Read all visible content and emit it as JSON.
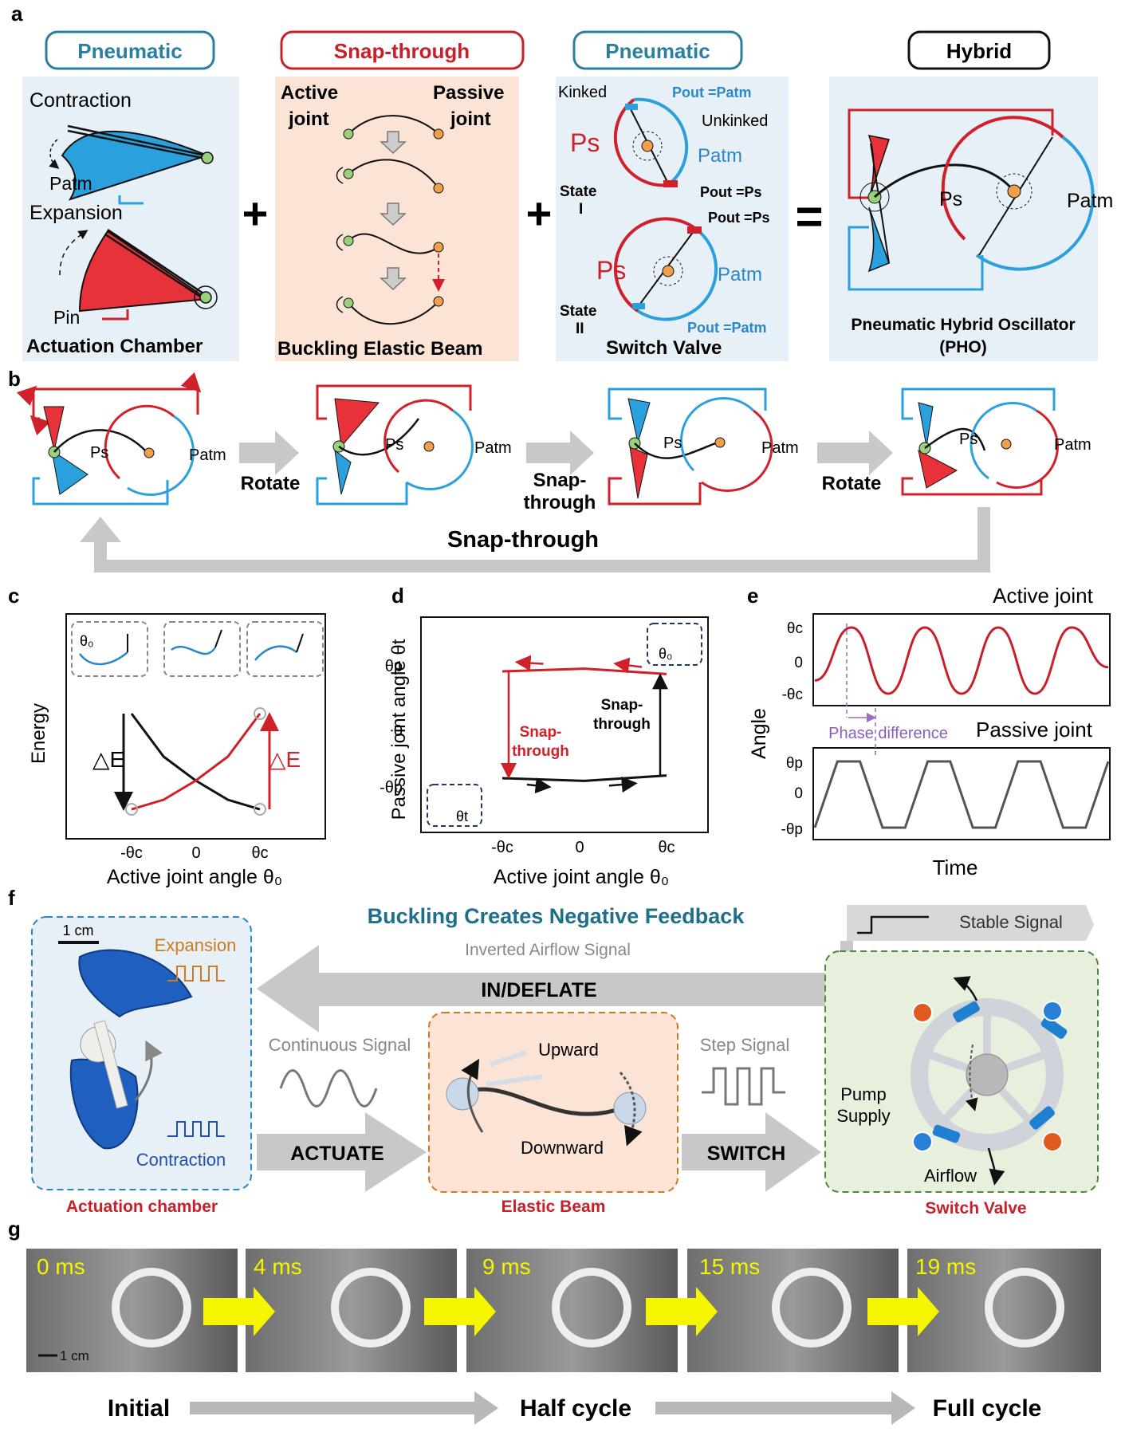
{
  "panel_letters": {
    "a": "a",
    "b": "b",
    "c": "c",
    "d": "d",
    "e": "e",
    "f": "f",
    "g": "g"
  },
  "panel_a": {
    "pill_pneumatic_1": "Pneumatic",
    "pill_snap": "Snap-through",
    "pill_pneumatic_2": "Pneumatic",
    "pill_hybrid": "Hybrid",
    "contraction": "Contraction",
    "expansion": "Expansion",
    "p_atm": "Patm",
    "p_in": "Pin",
    "actuation_chamber": "Actuation Chamber",
    "active_joint_1": "Active",
    "active_joint_2": "joint",
    "passive_joint_1": "Passive",
    "passive_joint_2": "joint",
    "buckling_beam": "Buckling Elastic Beam",
    "kinked": "Kinked",
    "unkinked": "Unkinked",
    "pout_patm": "Pout =Patm",
    "pout_ps": "Pout =Ps",
    "ps": "Ps",
    "patm": "Patm",
    "state_label": "State",
    "state_1": "I",
    "state_2": "II",
    "switch_valve": "Switch Valve",
    "pho_1": "Pneumatic Hybrid Oscillator",
    "pho_2": "(PHO)",
    "plus": "+",
    "equals": "="
  },
  "panel_b": {
    "ps": "Ps",
    "patm": "Patm",
    "rotate": "Rotate",
    "snap_1": "Snap-",
    "snap_2": "through",
    "loop_label": "Snap-through"
  },
  "panel_c": {
    "ylabel": "Energy",
    "xlabel": "Active joint angle θ₀",
    "ticks": [
      "-θc",
      "0",
      "θc"
    ],
    "delta_e": "△E",
    "theta0": "θ₀"
  },
  "panel_d": {
    "ylabel": "Passive joint angle θt",
    "xlabel": "Active joint angle θ₀",
    "xticks": [
      "-θc",
      "0",
      "θc"
    ],
    "yticks": [
      "θp",
      "0",
      "-θp"
    ],
    "snap_black_1": "Snap-",
    "snap_black_2": "through",
    "snap_red_1": "Snap-",
    "snap_red_2": "through",
    "theta0": "θ₀",
    "thetat": "θt"
  },
  "panel_e": {
    "active_title": "Active joint",
    "passive_title": "Passive joint",
    "ylabel": "Angle",
    "xlabel": "Time",
    "active_ticks": [
      "θc",
      "0",
      "-θc"
    ],
    "passive_ticks": [
      "θp",
      "0",
      "-θp"
    ],
    "phase": "Phase difference"
  },
  "panel_f": {
    "title": "Buckling Creates Negative Feedback",
    "scale": "1 cm",
    "expansion": "Expansion",
    "contraction": "Contraction",
    "actuation_chamber": "Actuation chamber",
    "inverted": "Inverted Airflow Signal",
    "deflate": "IN/DEFLATE",
    "stable": "Stable Signal",
    "continuous": "Continuous Signal",
    "actuate": "ACTUATE",
    "upward": "Upward",
    "downward": "Downward",
    "elastic_beam": "Elastic Beam",
    "step": "Step Signal",
    "switch": "SWITCH",
    "pump_1": "Pump",
    "pump_2": "Supply",
    "airflow": "Airflow",
    "switch_valve": "Switch Valve"
  },
  "panel_g": {
    "times": [
      "0 ms",
      "4 ms",
      "9 ms",
      "15 ms",
      "19 ms"
    ],
    "scale": "1 cm",
    "initial": "Initial",
    "half": "Half cycle",
    "full": "Full cycle"
  },
  "colors": {
    "red": "#d0202a",
    "blue": "#2aa0dc",
    "teal": "#1e6e8c",
    "gray": "#c8c8c8"
  },
  "chart_data": [
    {
      "type": "line",
      "title": "",
      "xlabel": "Active joint angle θ₀",
      "ylabel": "Energy",
      "x": [
        -1,
        -0.5,
        0,
        0.5,
        1
      ],
      "series": [
        {
          "values": [
            1.0,
            0.55,
            0.3,
            0.1,
            0.0
          ]
        },
        {
          "values": [
            0.0,
            0.1,
            0.3,
            0.55,
            1.0
          ]
        }
      ]
    },
    {
      "type": "line",
      "title": "",
      "xlabel": "Active joint angle θ₀",
      "ylabel": "Passive joint angle θt",
      "x": [
        -1,
        0,
        1
      ],
      "series": [
        {
          "values": [
            1.0,
            1.05,
            0.95
          ]
        },
        {
          "values": [
            -1.0,
            -1.05,
            -0.95
          ]
        }
      ]
    },
    {
      "type": "line",
      "title": "",
      "xlabel": "Time",
      "ylabel": "Angle",
      "series": [
        {
          "name": "Active joint",
          "values": [
            -0.6,
            1,
            -1,
            1,
            -1,
            1,
            -1,
            1,
            -0.2
          ]
        },
        {
          "name": "Passive joint",
          "values": [
            -1,
            1,
            1,
            -1,
            -1,
            1,
            1,
            -1,
            -1,
            1,
            1,
            -1,
            -1,
            1
          ]
        }
      ]
    }
  ]
}
